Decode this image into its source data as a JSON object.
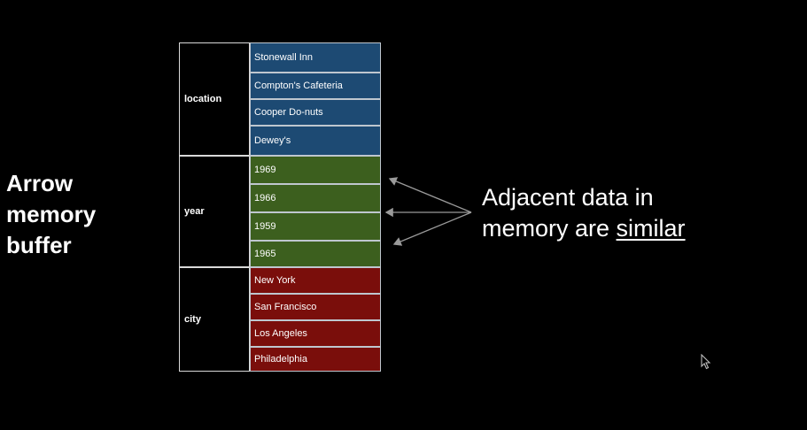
{
  "title": {
    "lines": [
      "Arrow",
      "memory",
      "buffer"
    ]
  },
  "buffer": {
    "columns": [
      {
        "label": "location",
        "values": [
          "Stonewall Inn",
          "Compton's Cafeteria",
          "Cooper Do-nuts",
          "Dewey's"
        ],
        "color": "#1d4a73"
      },
      {
        "label": "year",
        "values": [
          "1969",
          "1966",
          "1959",
          "1965"
        ],
        "color": "#3c5f1e"
      },
      {
        "label": "city",
        "values": [
          "New York",
          "San Francisco",
          "Los Angeles",
          "Philadelphia"
        ],
        "color": "#7a0e0b"
      }
    ]
  },
  "annotation": {
    "line1": "Adjacent data in",
    "line2_prefix": "memory are ",
    "line2_emphasis": "similar"
  },
  "icons": {
    "arrows": "arrow-left-icon",
    "cursor": "mouse-pointer-icon"
  }
}
